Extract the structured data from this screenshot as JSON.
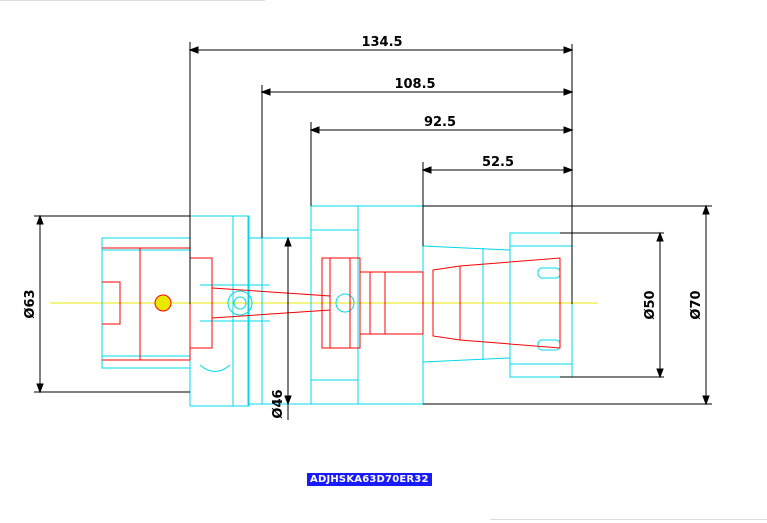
{
  "drawing": {
    "part_number": "ADJHSKA63D70ER32",
    "length_dimensions": [
      "134.5",
      "108.5",
      "92.5",
      "52.5"
    ],
    "diameter_dimensions": {
      "left_flange": "Ø63",
      "neck": "Ø46",
      "nut": "Ø50",
      "body": "Ø70"
    },
    "colors": {
      "outline": "#00d8e8",
      "internal": "#ff0000",
      "centerline": "#e8e800",
      "dimension": "#000000",
      "label_bg": "#1a1aff"
    }
  }
}
